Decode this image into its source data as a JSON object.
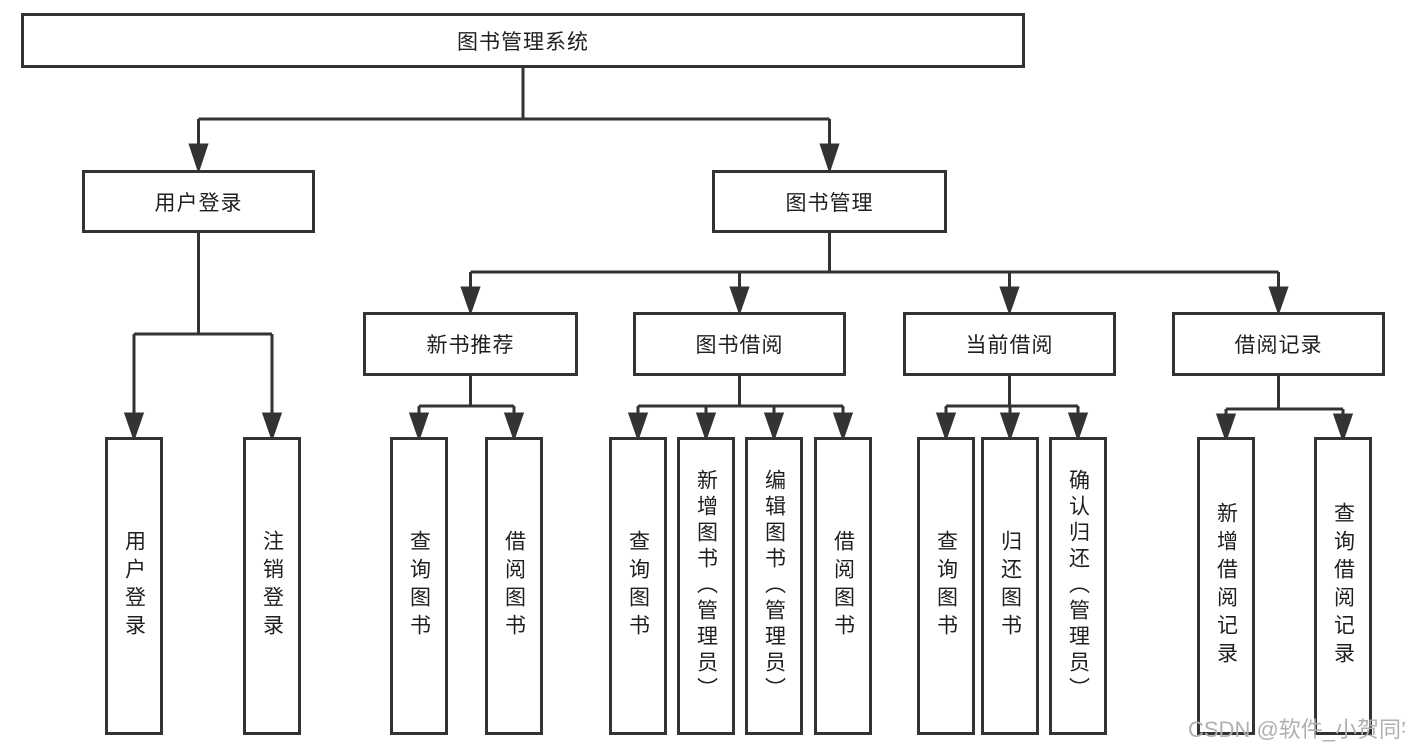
{
  "tree": {
    "root": "图书管理系统",
    "branches": [
      {
        "label": "用户登录",
        "children": [
          "用户登录",
          "注销登录"
        ]
      },
      {
        "label": "图书管理",
        "sections": [
          {
            "label": "新书推荐",
            "children": [
              "查询图书",
              "借阅图书"
            ]
          },
          {
            "label": "图书借阅",
            "children": [
              "查询图书",
              "新增图书（管理员）",
              "编辑图书（管理员）",
              "借阅图书"
            ]
          },
          {
            "label": "当前借阅",
            "children": [
              "查询图书",
              "归还图书",
              "确认归还（管理员）"
            ]
          },
          {
            "label": "借阅记录",
            "children": [
              "新增借阅记录",
              "查询借阅记录"
            ]
          }
        ]
      }
    ]
  },
  "colors": {
    "line": "#333333",
    "text": "#1f1f1f",
    "watermark": "#b0b0b0"
  },
  "watermark": "CSDN @软件_小贺同学"
}
